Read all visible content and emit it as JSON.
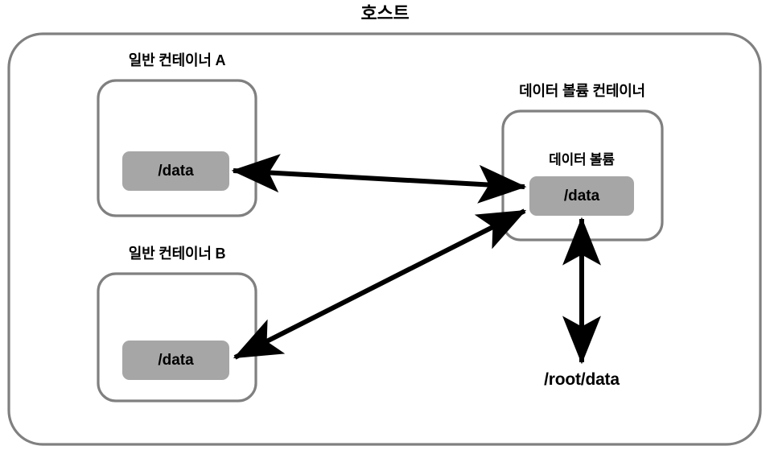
{
  "diagram": {
    "title": "호스트",
    "type": "docker-data-volume-container-diagram",
    "colors": {
      "box_border": "#808080",
      "mount_fill": "#a6a6a6",
      "arrow": "#000000",
      "background": "#ffffff",
      "text": "#000000"
    },
    "host": {
      "label": "호스트"
    },
    "containers": [
      {
        "id": "container-a",
        "label": "일반 컨테이너 A",
        "mount": "/data"
      },
      {
        "id": "container-b",
        "label": "일반 컨테이너 B",
        "mount": "/data"
      },
      {
        "id": "data-volume-container",
        "label": "데이터 볼륨 컨테이너",
        "volume_label": "데이터 볼륨",
        "mount": "/data"
      }
    ],
    "host_path": {
      "label": "/root/data"
    },
    "connections": [
      {
        "from": "container-a-mount",
        "to": "data-volume-mount",
        "style": "double-arrow"
      },
      {
        "from": "container-b-mount",
        "to": "data-volume-mount",
        "style": "double-arrow"
      },
      {
        "from": "data-volume-mount",
        "to": "host-path",
        "style": "double-arrow"
      }
    ]
  }
}
